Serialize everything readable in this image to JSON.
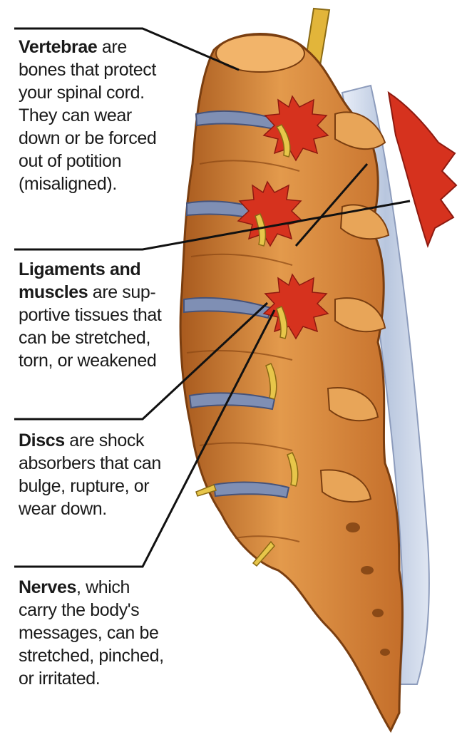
{
  "callouts": [
    {
      "id": "vertebrae",
      "term": "Vertebrae",
      "text": " are bones that protect your spinal cord. They can wear down or be forced out of potition (misaligned)."
    },
    {
      "id": "ligaments",
      "term": "Ligaments and muscles",
      "text": " are sup-portive tissues that can be stretched, torn, or weakened"
    },
    {
      "id": "discs",
      "term": "Discs",
      "text": " are shock absorbers that can bulge, rupture, or wear down."
    },
    {
      "id": "nerves",
      "term": "Nerves",
      "text": ", which carry the body's messages, can be stretched, pinched, or irritated."
    }
  ],
  "colors": {
    "bone": "#d98a3e",
    "bone_dark": "#a85a1e",
    "bone_light": "#f2b46a",
    "inflammation": "#d6321e",
    "disc": "#7f8fb4",
    "ligament_band": "#c9d4e6",
    "nerve": "#e7c64a",
    "line": "#111111"
  }
}
